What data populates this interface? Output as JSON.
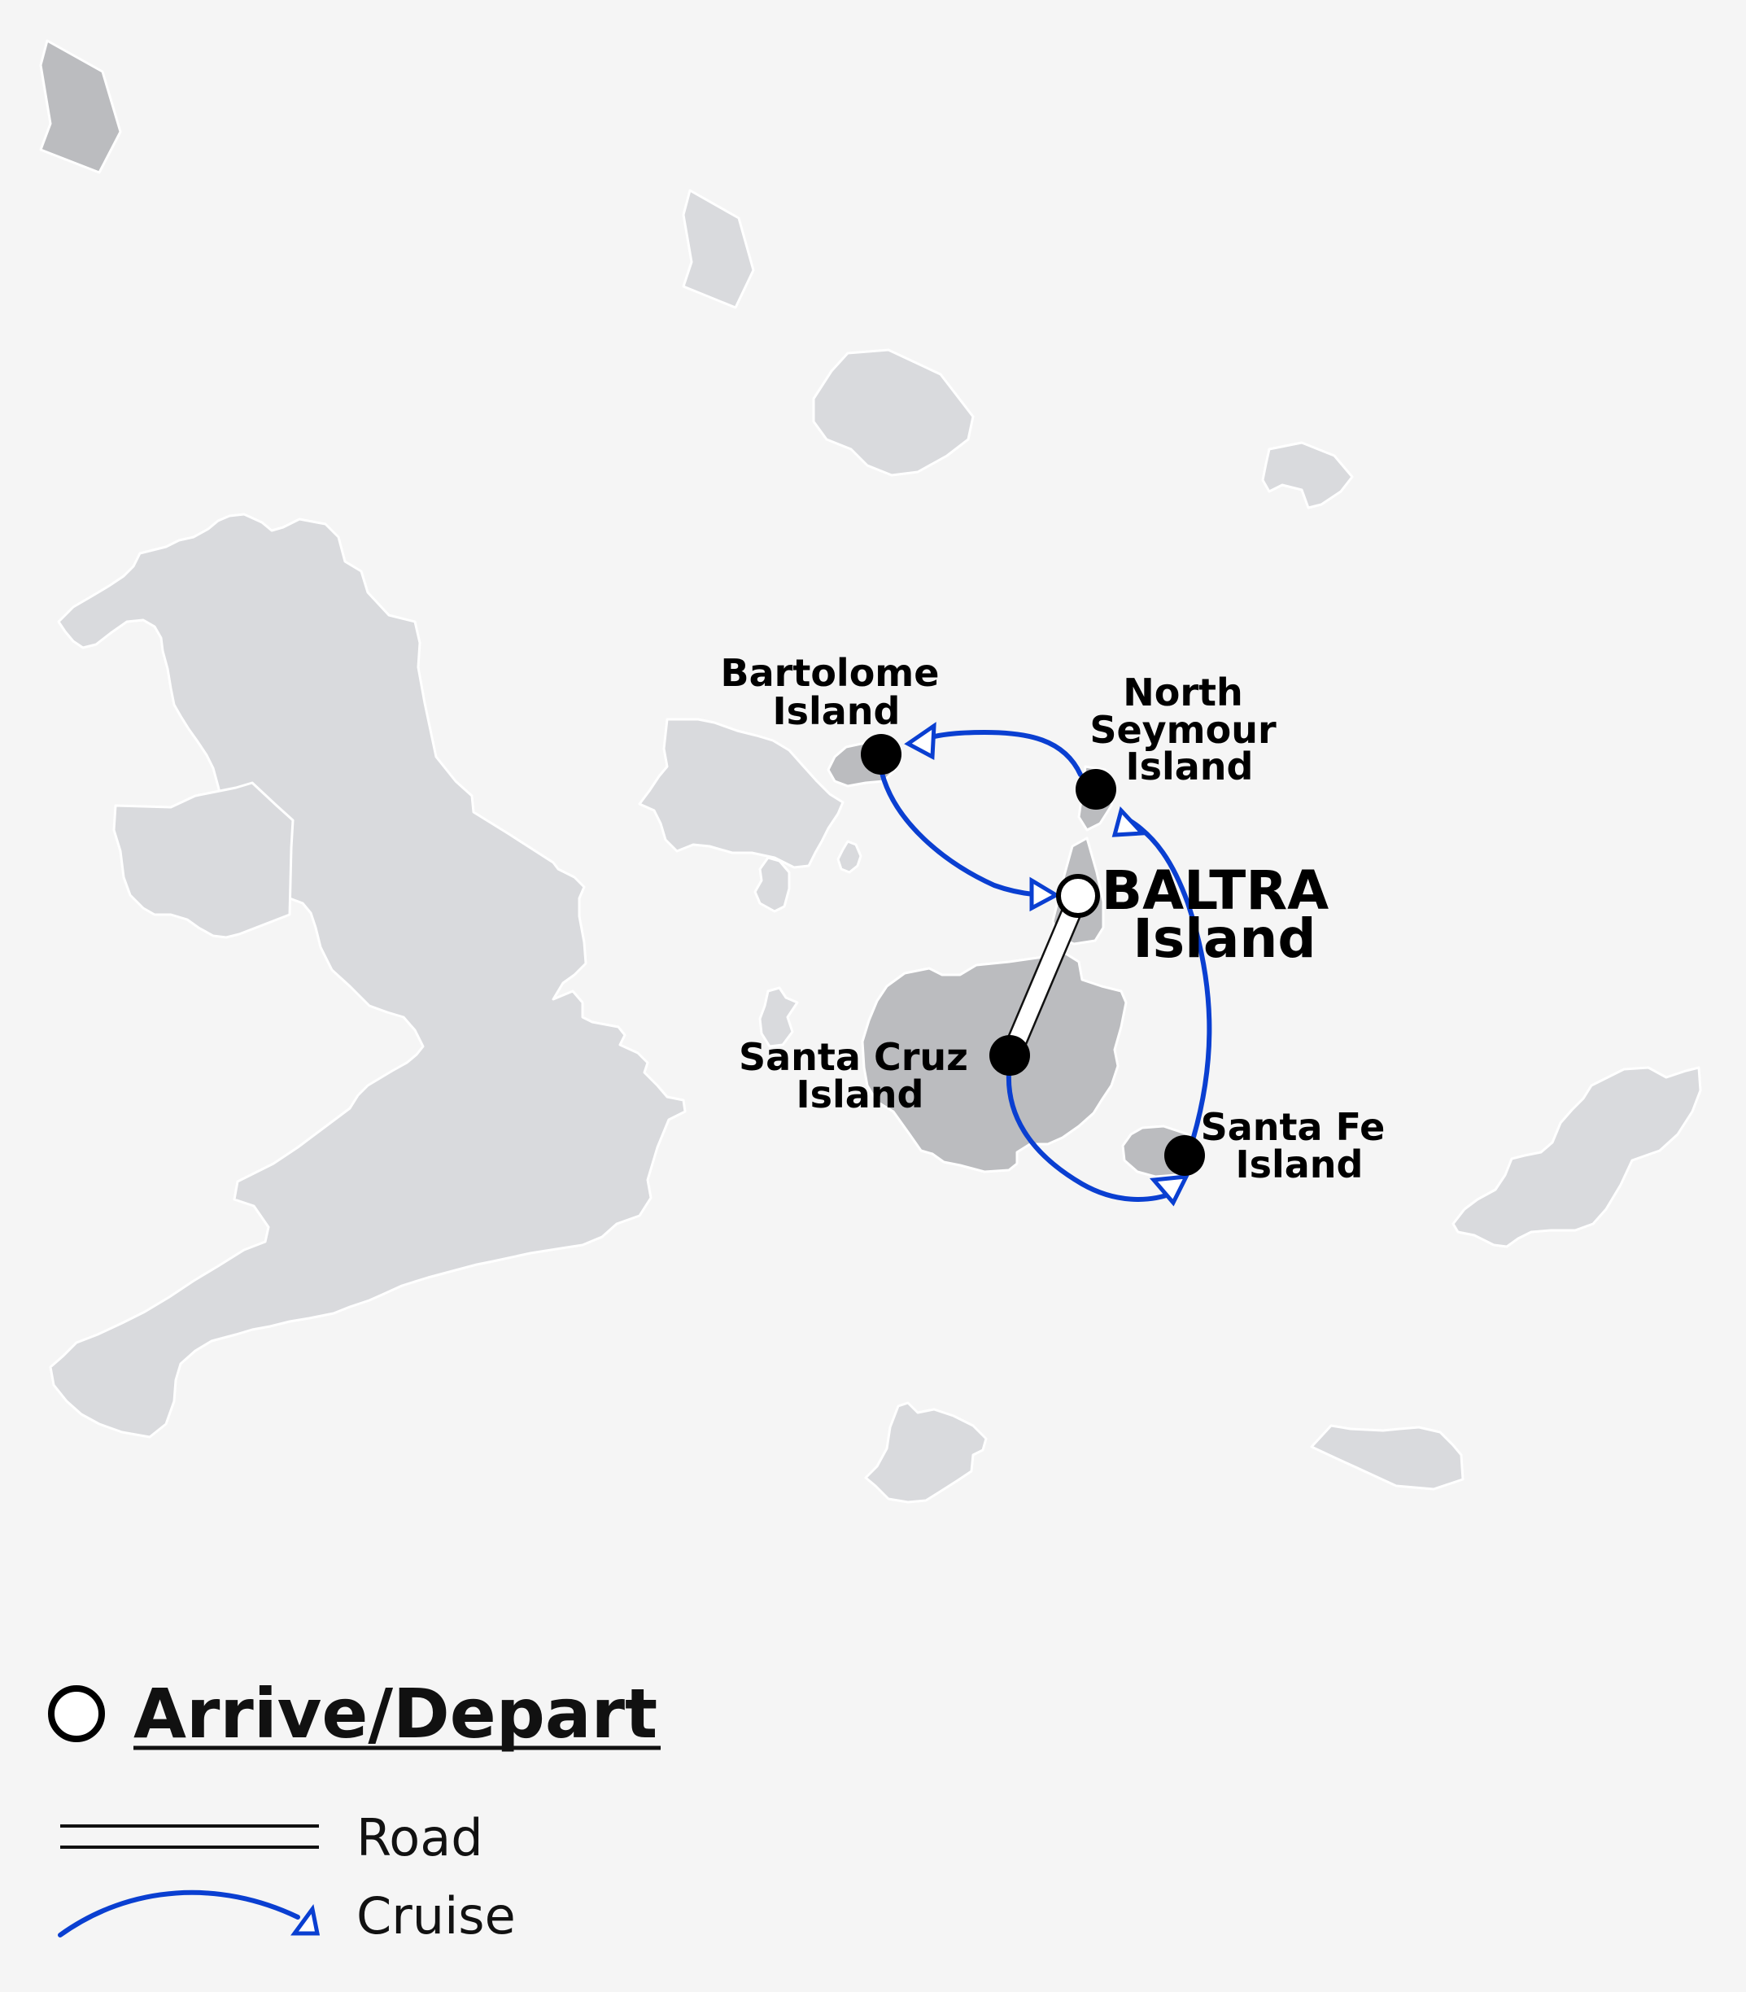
{
  "map": {
    "colors": {
      "background": "#f5f5f5",
      "island": "#d9dadd",
      "route_island": "#bbbcbf",
      "cruise": "#0a3fd1",
      "road": "#111111"
    },
    "places": {
      "bartolome": {
        "line1": "Bartolome",
        "line2": "Island"
      },
      "north_seymour": {
        "line1": "North",
        "line2": "Seymour",
        "line3": "Island"
      },
      "baltra": {
        "line1": "BALTRA",
        "line2": "Island",
        "role": "arrive-depart"
      },
      "santa_cruz": {
        "line1": "Santa Cruz",
        "line2": "Island"
      },
      "santa_fe": {
        "line1": "Santa Fe",
        "line2": "Island"
      }
    },
    "routes": [
      {
        "type": "road",
        "from": "Baltra",
        "to": "Santa Cruz"
      },
      {
        "type": "cruise",
        "from": "Santa Cruz",
        "to": "Santa Fe"
      },
      {
        "type": "cruise",
        "from": "Santa Fe",
        "to": "North Seymour"
      },
      {
        "type": "cruise",
        "from": "North Seymour",
        "to": "Bartolome"
      },
      {
        "type": "cruise",
        "from": "Bartolome",
        "to": "Baltra"
      }
    ]
  },
  "legend": {
    "title": "Arrive/Depart",
    "road_label": "Road",
    "cruise_label": "Cruise"
  }
}
